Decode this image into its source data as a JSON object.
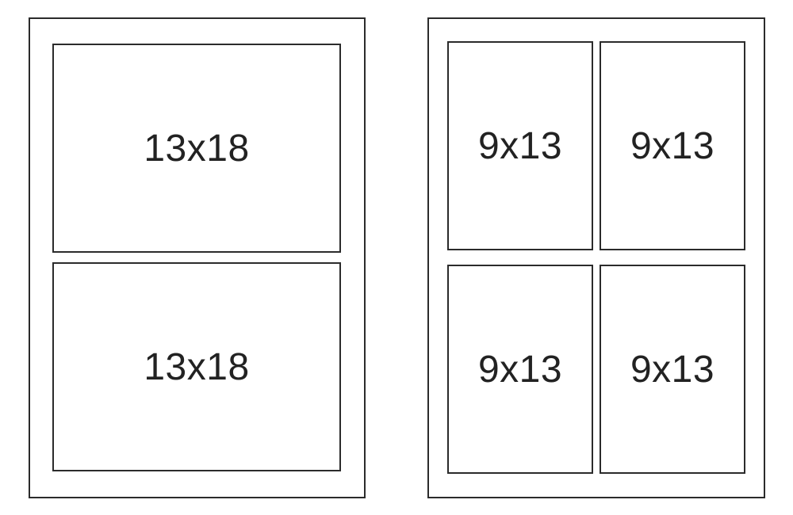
{
  "layouts": [
    {
      "photos": [
        {
          "label": "13x18"
        },
        {
          "label": "13x18"
        }
      ]
    },
    {
      "photos": [
        {
          "label": "9x13"
        },
        {
          "label": "9x13"
        },
        {
          "label": "9x13"
        },
        {
          "label": "9x13"
        }
      ]
    }
  ]
}
